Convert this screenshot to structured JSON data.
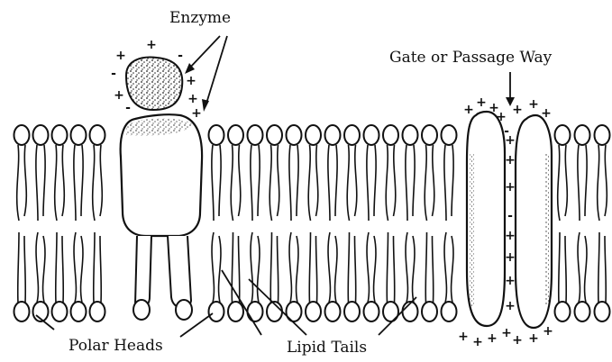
{
  "labels": {
    "enzyme": "Enzyme",
    "gate": "Gate or Passage Way",
    "polar_heads": "Polar Heads",
    "lipid_tails": "Lipid Tails"
  },
  "charges": {
    "plus": "+",
    "minus": "-"
  },
  "colors": {
    "ink": "#111111",
    "background": "#ffffff"
  }
}
